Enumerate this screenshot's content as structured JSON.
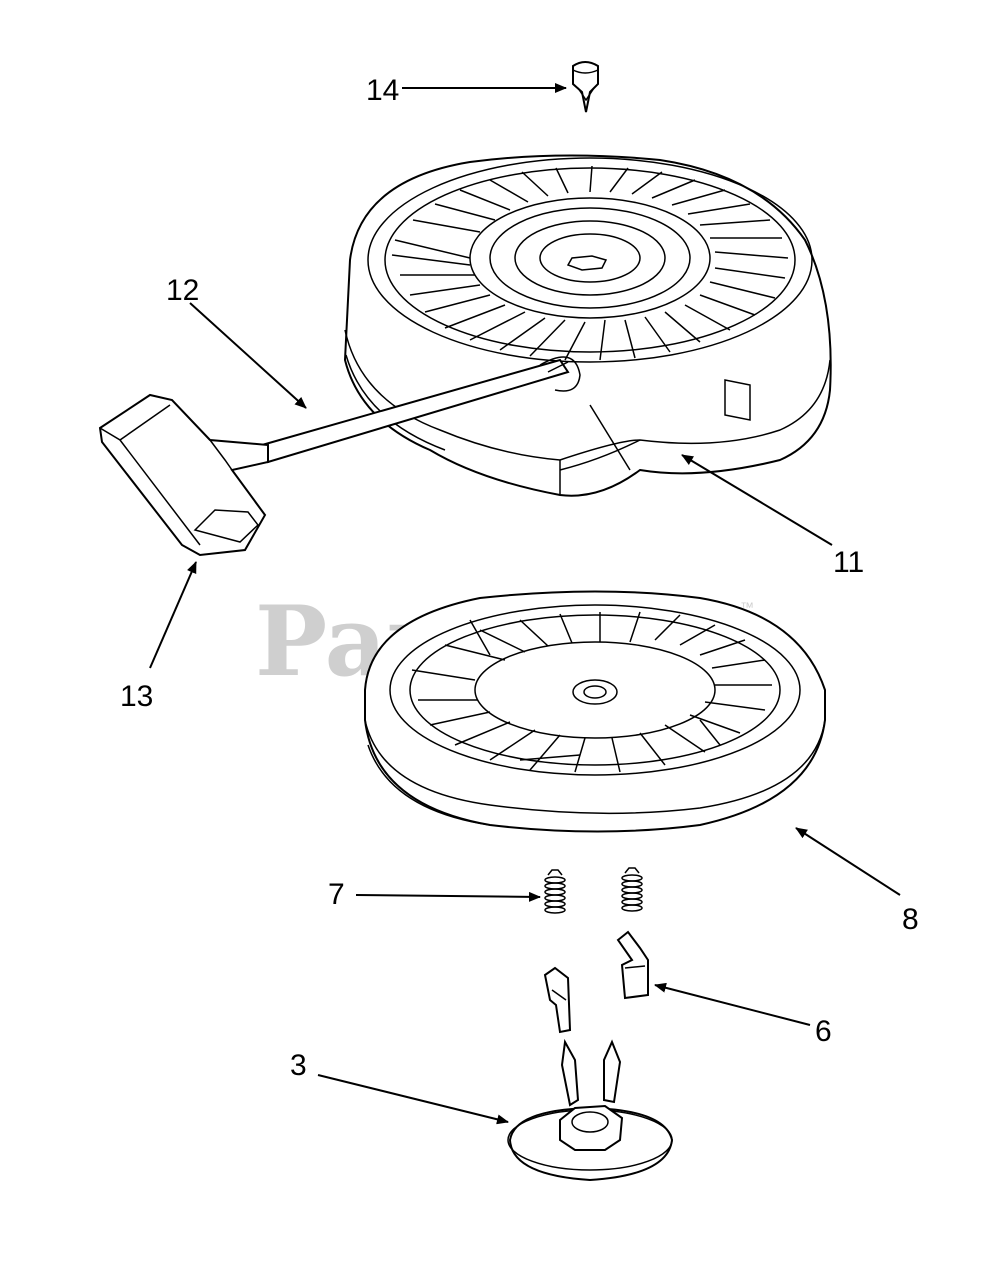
{
  "callouts": {
    "c14": "14",
    "c12": "12",
    "c11": "11",
    "c13": "13",
    "c8": "8",
    "c7": "7",
    "c6": "6",
    "c3": "3"
  },
  "watermark": {
    "text": "PartsTree",
    "mark": "™"
  }
}
